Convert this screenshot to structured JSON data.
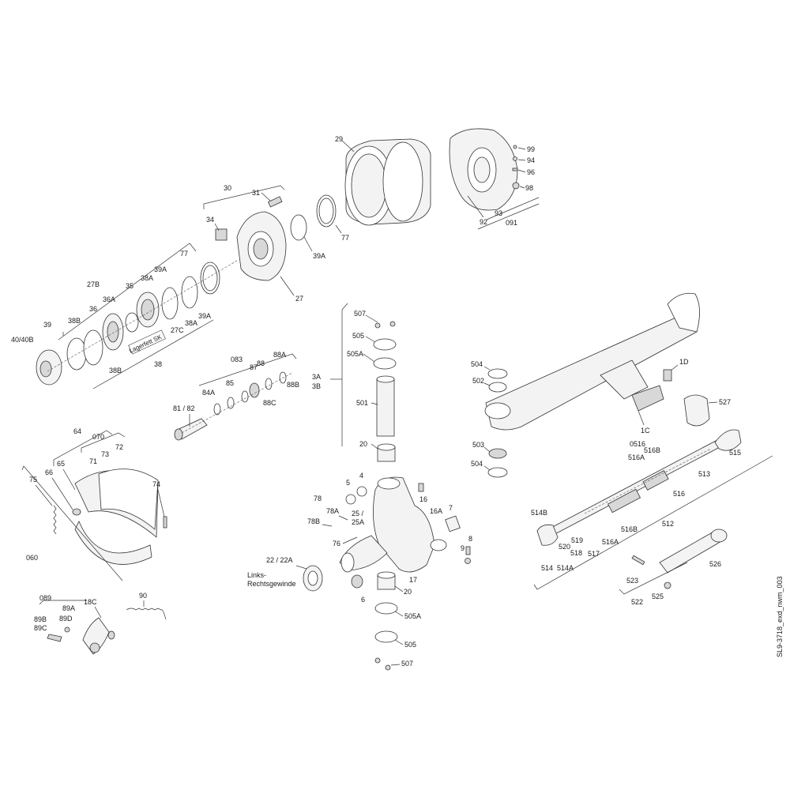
{
  "drawing_id": "SL9-3718_exd_nwm_003",
  "callouts": {
    "c29": "29",
    "c30": "30",
    "c31": "31",
    "c34": "34",
    "c27": "27",
    "c77a": "77",
    "c77b": "77",
    "c39a_top": "39A",
    "c99": "99",
    "c94": "94",
    "c96": "96",
    "c98": "98",
    "c92": "92",
    "c93": "93",
    "c091": "091",
    "c27b": "27B",
    "c36": "36",
    "c36a": "36A",
    "c35": "35",
    "c38a_a": "38A",
    "c39a_b": "39A",
    "c39a_c": "39A",
    "c38a_b": "38A",
    "c27c": "27C",
    "c38": "38",
    "c39": "39",
    "c38b_a": "38B",
    "c38b_b": "38B",
    "c40": "40/40B",
    "lagerfett": "Lagerfett SK",
    "c083": "083",
    "c88a": "88A",
    "c88": "88",
    "c87": "87",
    "c85": "85",
    "c84a": "84A",
    "c88c": "88C",
    "c88b": "88B",
    "c81": "81 / 82",
    "c3a": "3A",
    "c3b": "3B",
    "c507a": "507",
    "c505a": "505",
    "c505A_a": "505A",
    "c501": "501",
    "c20a": "20",
    "c504a": "504",
    "c502": "502",
    "c503": "503",
    "c504b": "504",
    "c1d": "1D",
    "c527": "527",
    "c1c": "1C",
    "c0516": "0516",
    "c516a_a": "516A",
    "c516b_a": "516B",
    "c515": "515",
    "c513": "513",
    "c516": "516",
    "c512": "512",
    "c516b_b": "516B",
    "c516a_b": "516A",
    "c517": "517",
    "c518": "518",
    "c519": "519",
    "c520": "520",
    "c514b": "514B",
    "c514": "514",
    "c514a": "514A",
    "c526": "526",
    "c523": "523",
    "c522": "522",
    "c525": "525",
    "c64": "64",
    "c070": "070",
    "c72": "72",
    "c73": "73",
    "c71": "71",
    "c65": "65",
    "c66": "66",
    "c75": "75",
    "c74": "74",
    "c060": "060",
    "c5": "5",
    "c4": "4",
    "c78": "78",
    "c78a": "78A",
    "c78b": "78B",
    "c25": "25 /",
    "c25a": "25A",
    "c76": "76",
    "c16": "16",
    "c16a": "16A",
    "c7": "7",
    "c8": "8",
    "c9": "9",
    "c22": "22 / 22A",
    "links": "Links-",
    "rechts": "Rechtsgewinde",
    "c17": "17",
    "c6": "6",
    "c20b": "20",
    "c505A_b": "505A",
    "c505b": "505",
    "c507b": "507",
    "c089": "089",
    "c89a": "89A",
    "c89b": "89B",
    "c89c": "89C",
    "c89d": "89D",
    "c18c": "18C",
    "c90": "90"
  }
}
